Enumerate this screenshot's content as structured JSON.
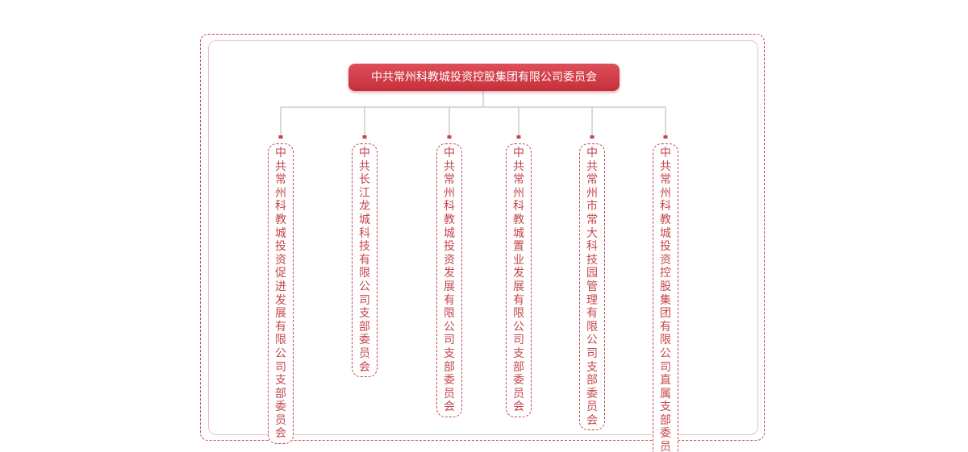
{
  "diagram": {
    "root": {
      "label": "中共常州科教城投资控股集团有限公司委员会"
    },
    "children": [
      {
        "label": "中共常州科教城投资促进发展有限公司支部委员会"
      },
      {
        "label": "中共长江龙城科技有限公司支部委员会"
      },
      {
        "label": "中共常州科教城投资发展有限公司支部委员会"
      },
      {
        "label": "中共常州科教城置业发展有限公司支部委员会"
      },
      {
        "label": "中共常州市常大科技园管理有限公司支部委员会"
      },
      {
        "label": "中共常州科教城投资控股集团有限公司直属支部委员会"
      }
    ],
    "colors": {
      "accent": "#c5454d",
      "root_fill": "#d63f4b",
      "connector": "#b3b3b3"
    }
  }
}
